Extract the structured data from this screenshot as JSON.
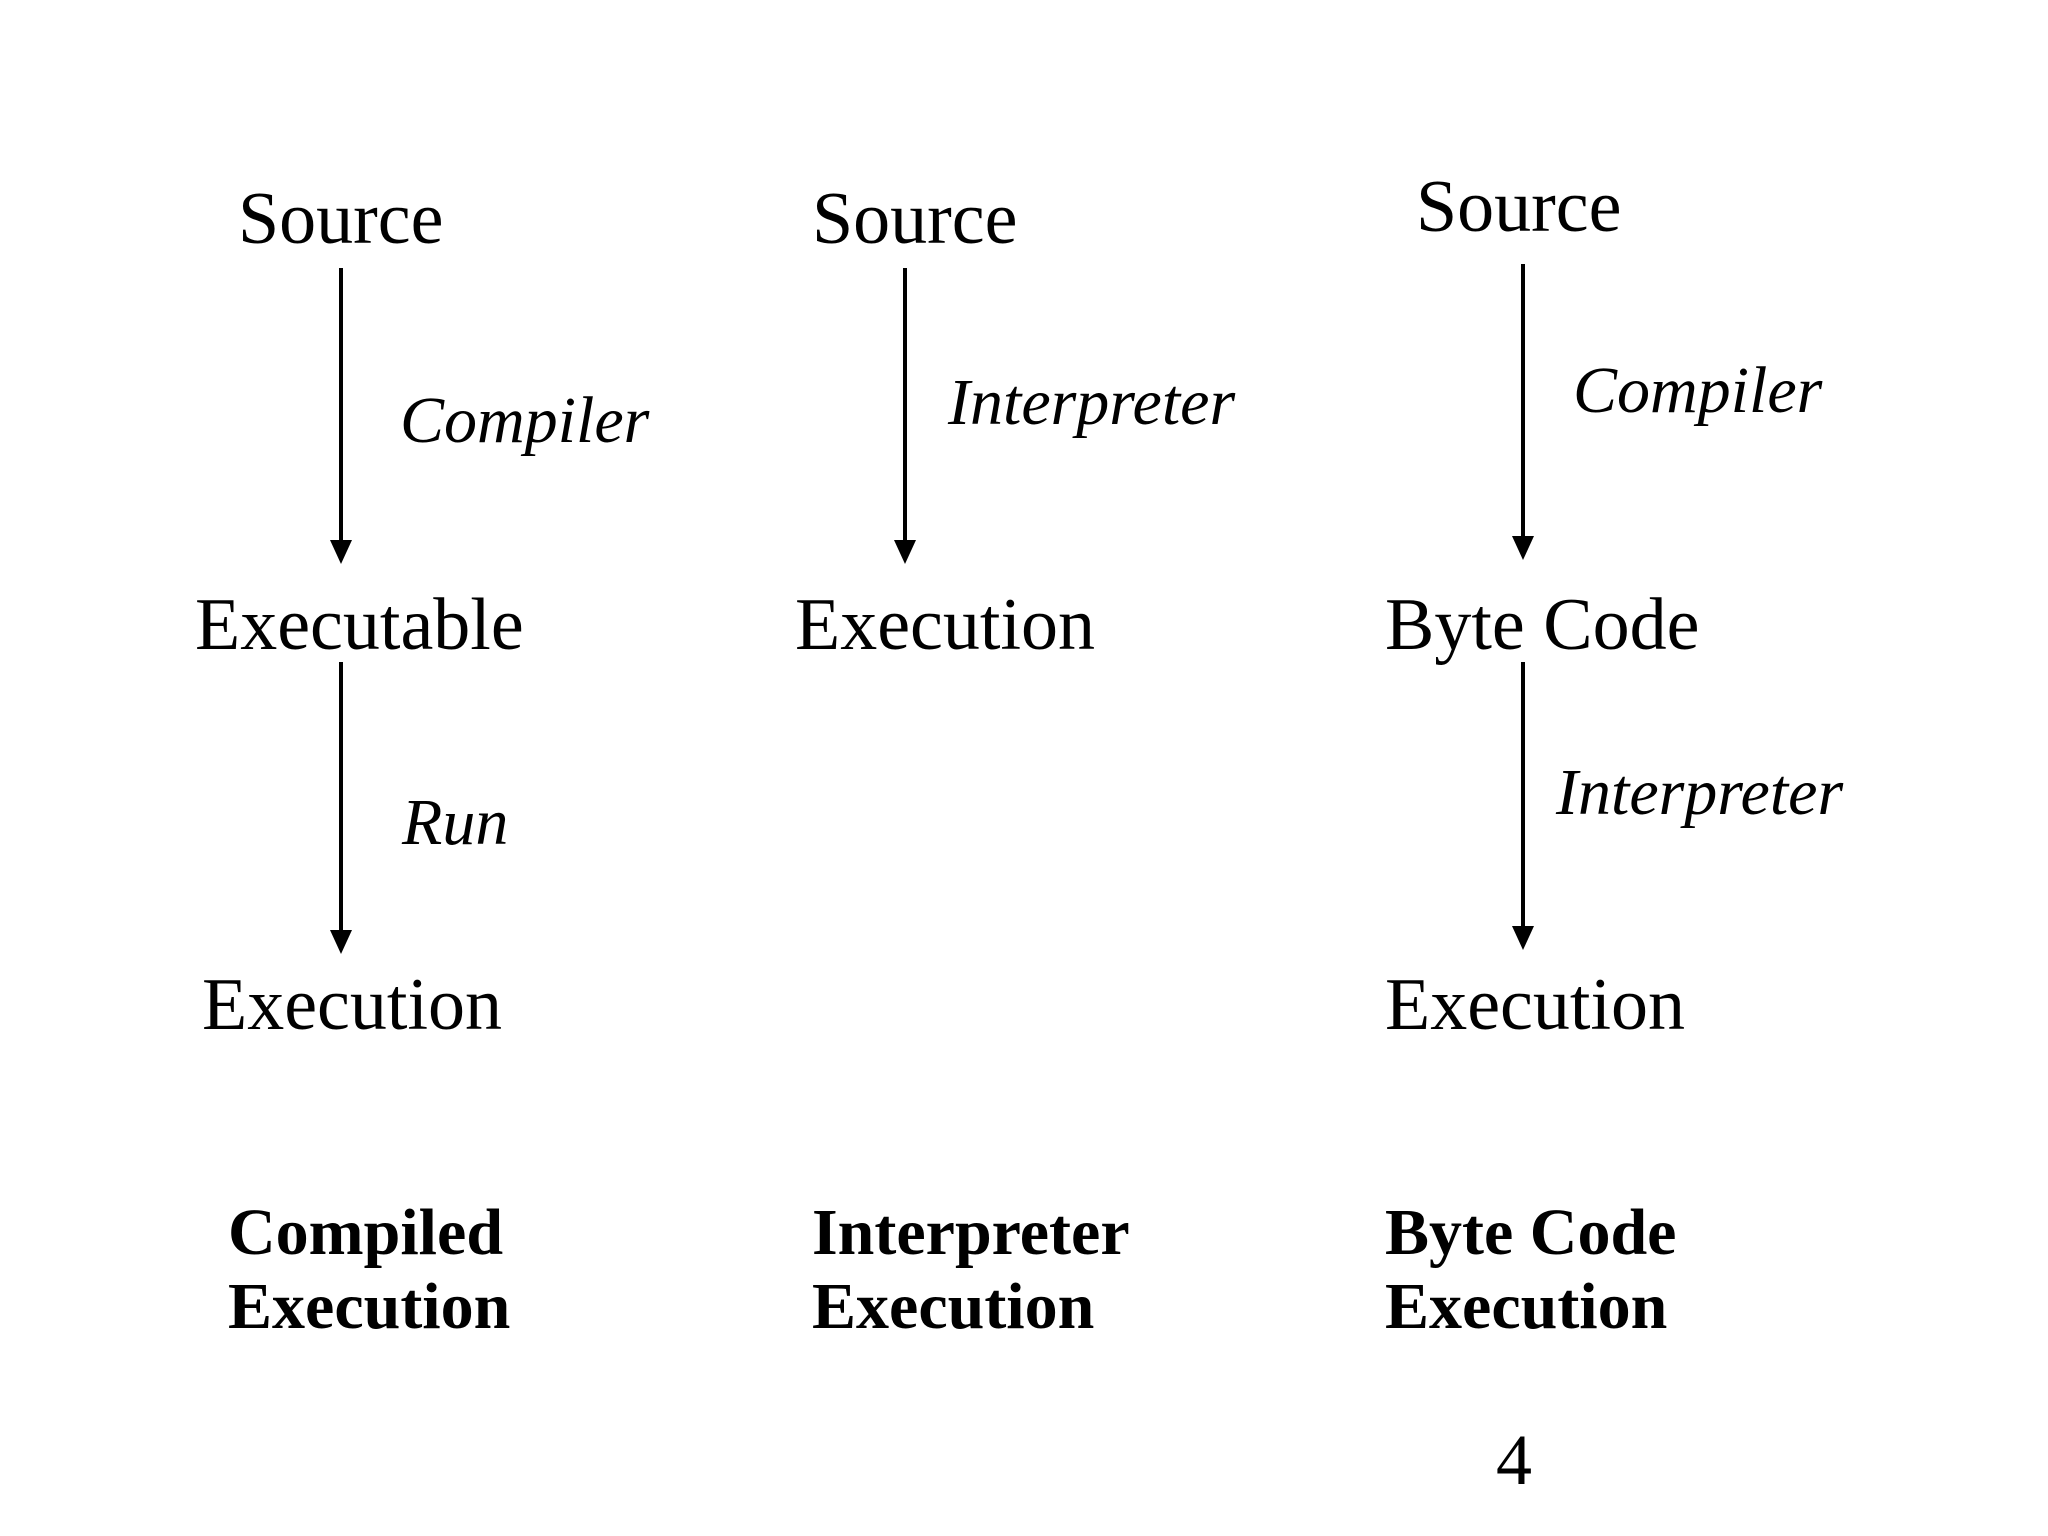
{
  "slide": {
    "page_number": "4",
    "background_color": "#ffffff",
    "ink_color": "#000000"
  },
  "columns": [
    {
      "id": "compiled",
      "nodes": [
        {
          "label": "Source"
        },
        {
          "label": "Executable"
        },
        {
          "label": "Execution"
        }
      ],
      "edges": [
        {
          "label": "Compiler"
        },
        {
          "label": "Run"
        }
      ],
      "caption": {
        "line1": "Compiled",
        "line2": "Execution"
      }
    },
    {
      "id": "interpreted",
      "nodes": [
        {
          "label": "Source"
        },
        {
          "label": "Execution"
        }
      ],
      "edges": [
        {
          "label": "Interpreter"
        }
      ],
      "caption": {
        "line1": "Interpreter",
        "line2": "Execution"
      }
    },
    {
      "id": "bytecode",
      "nodes": [
        {
          "label": "Source"
        },
        {
          "label": "Byte Code"
        },
        {
          "label": "Execution"
        }
      ],
      "edges": [
        {
          "label": "Compiler"
        },
        {
          "label": "Interpreter"
        }
      ],
      "caption": {
        "line1": "Byte Code",
        "line2": "Execution"
      }
    }
  ]
}
